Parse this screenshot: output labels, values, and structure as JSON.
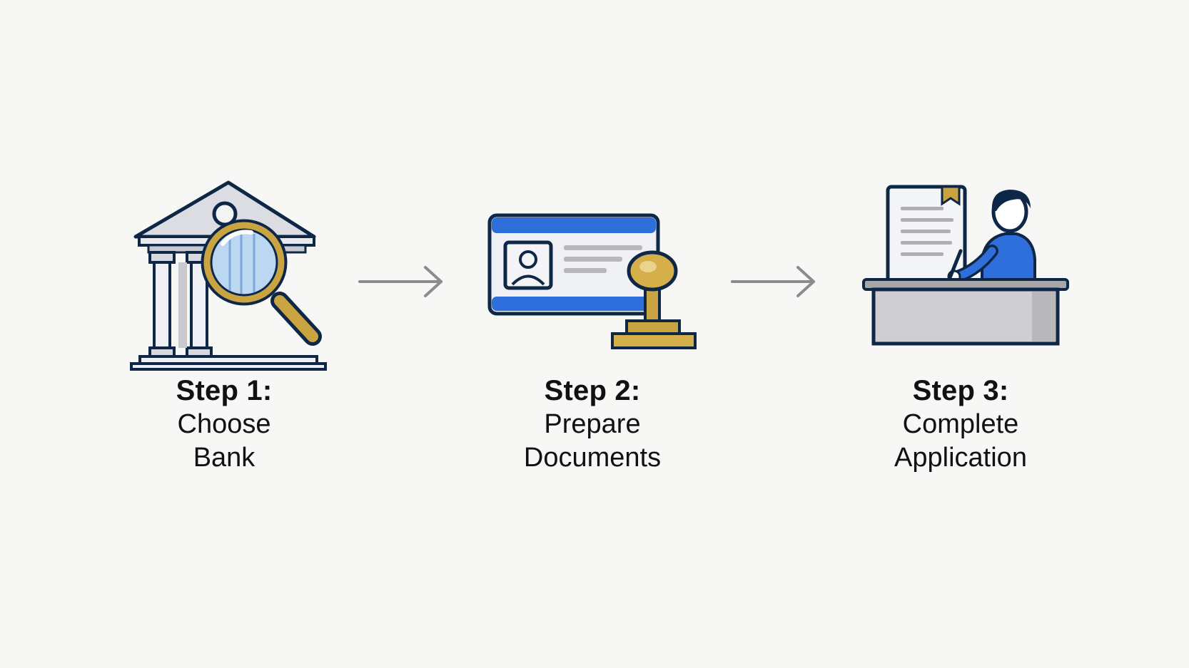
{
  "steps": [
    {
      "title": "Step 1:",
      "line1": "Choose",
      "line2": "Bank",
      "icon": "bank-search-icon"
    },
    {
      "title": "Step 2:",
      "line1": "Prepare",
      "line2": "Documents",
      "icon": "id-card-stamp-icon"
    },
    {
      "title": "Step 3:",
      "line1": "Complete",
      "line2": "Application",
      "icon": "person-signing-document-icon"
    }
  ],
  "colors": {
    "navy": "#0f2747",
    "blue": "#2f6fdb",
    "gold": "#c9a441",
    "gray": "#c8c8c8",
    "background": "#f7f7f5"
  }
}
